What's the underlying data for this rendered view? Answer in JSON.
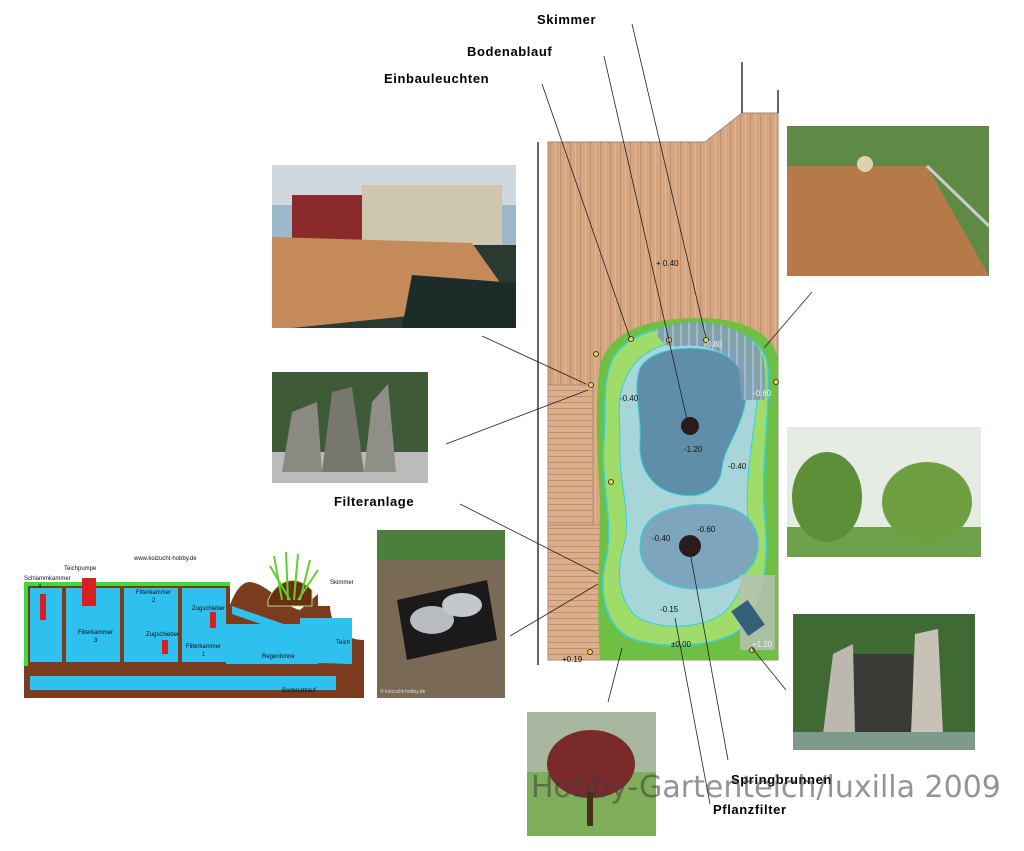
{
  "callouts": {
    "skimmer": "Skimmer",
    "bodenablauf": "Bodenablauf",
    "einbauleuchten": "Einbauleuchten",
    "filteranlage": "Filteranlage",
    "springbrunnen": "Springbrunnen",
    "pflanzfilter": "Pflanzfilter"
  },
  "levels": {
    "deck_top": "+ 0.40",
    "top_right_a": "-0.80",
    "top_right_b": "-0.60",
    "left_upper": "-0.40",
    "deep_center": "-1.20",
    "right_mid": "-0.40",
    "left_lower": "-0.40",
    "lower_basin": "-0.60",
    "shallow": "-0.15",
    "ground": "±0.00",
    "right_bottom": "+1.20",
    "left_bottom": "+0.19"
  },
  "filter_diagram": {
    "website": "www.koizucht-hobby.de",
    "teichpumpe": "Teichpumpe",
    "schlammkammer": "Schlammkammer",
    "schlammkammer_num": "4",
    "filterkammer_3": "Filterkammer",
    "filterkammer_3_num": "3",
    "filterkammer_2": "Filterkammer",
    "filterkammer_2_num": "2",
    "filterkammer_1": "Filterkammer",
    "filterkammer_1_num": "1",
    "zugschieber_a": "Zugschieber",
    "zugschieber_b": "Zugschieber",
    "skimmer": "Skimmer",
    "teich": "Teich",
    "regentonne": "Regentonne",
    "bodenablauf": "Bodenablauf"
  },
  "photo_credit": "© koizucht-hobby.de",
  "watermark": "Hobby-Gartenteich/luxilla 2009",
  "colors": {
    "deck": "#d6a682",
    "plant_green": "#8ccf55",
    "water_light": "#a8d6d8",
    "water_deep": "#5e8ea8",
    "outline_cyan": "#33d0e0",
    "filter_water": "#2ec1f0",
    "filter_earth": "#7a3b1f"
  }
}
